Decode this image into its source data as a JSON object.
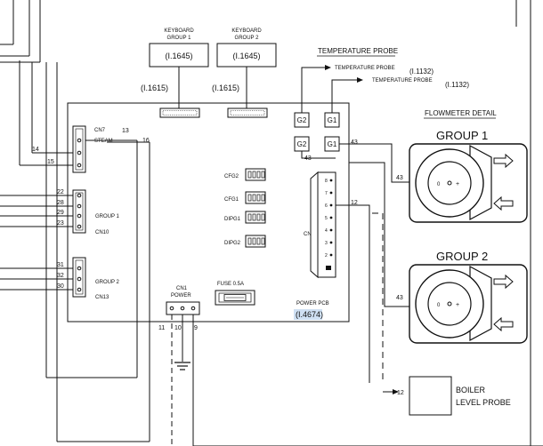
{
  "keyboards": [
    {
      "header_line1": "KEYBOARD",
      "header_line2": "GROUP 1",
      "code": "(I.1645)",
      "ref": "(I.1615)"
    },
    {
      "header_line1": "KEYBOARD",
      "header_line2": "GROUP 2",
      "code": "(I.1645)",
      "ref": "(I.1615)"
    }
  ],
  "temperature_probe": {
    "title": "TEMPERATURE PROBE",
    "probe1_label": "TEMPERATURE PROBE",
    "probe1_ref": "(I.1132)",
    "probe2_label": "TEMPERATURE PROBE",
    "probe2_ref": "(I.1132)",
    "g2": "G2",
    "g1": "G1"
  },
  "flowmeter": {
    "title": "FLOWMETER DETAIL",
    "group1": "GROUP 1",
    "group2": "GROUP 2",
    "dial_left": "0",
    "dial_right": "+"
  },
  "connectors": {
    "cn7_name": "CN7",
    "cn7_sub": "STEAM",
    "cn10_name": "CN10",
    "cn10_sub": "GROUP 1",
    "cn13_name": "CN13",
    "cn13_sub": "GROUP 2",
    "cn6": "CN6",
    "cn1_name": "CN1",
    "cn1_sub": "POWER"
  },
  "switches": [
    "CFG2",
    "CFG1",
    "DIPG1",
    "DIPG2"
  ],
  "fuse": "FUSE 0.5A",
  "power_pcb": {
    "label": "POWER PCB",
    "code": "(I.4674)"
  },
  "boiler": {
    "line1": "BOILER",
    "line2": "LEVEL PROBE"
  },
  "wire_numbers": {
    "w13": "13",
    "w16": "16",
    "w14": "14",
    "w15": "15",
    "w22": "22",
    "w28": "28",
    "w29": "29",
    "w23": "23",
    "w31": "31",
    "w32": "32",
    "w30": "30",
    "w11": "11",
    "w10": "10",
    "w9": "9",
    "w12a": "12",
    "w12b": "12",
    "w43a": "43",
    "w43b": "43",
    "w43c": "43",
    "w43d": "43"
  }
}
